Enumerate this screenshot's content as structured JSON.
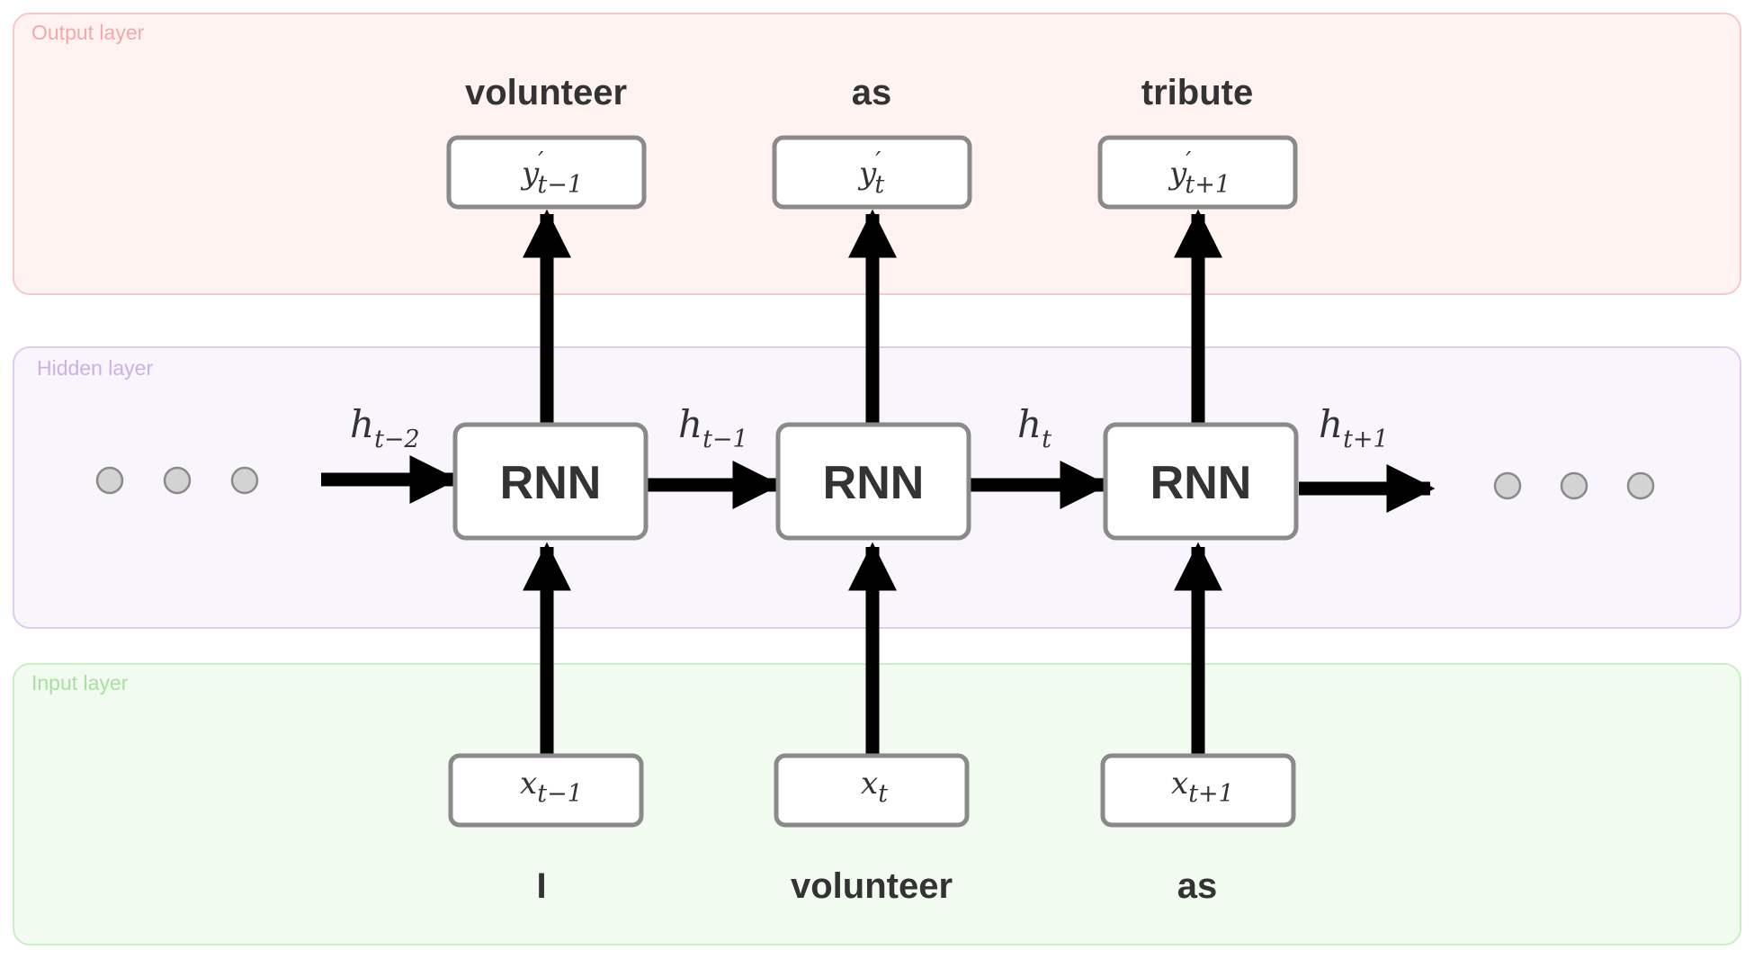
{
  "layers": {
    "output": {
      "label": "Output layer",
      "fill": "#fff3f2",
      "stroke": "#f6c9c9",
      "text": "#f1a9a9"
    },
    "hidden": {
      "label": "Hidden layer",
      "fill": "#f8f5fd",
      "stroke": "#decdf0",
      "text": "#cbb1e6"
    },
    "input": {
      "label": "Input layer",
      "fill": "#f2fbf0",
      "stroke": "#c9efc4",
      "text": "#a8e0a0"
    }
  },
  "rnn_label": "RNN",
  "output_words": [
    "volunteer",
    "as",
    "tribute"
  ],
  "input_words": [
    "I",
    "volunteer",
    "as"
  ],
  "outputs": [
    {
      "base": "y",
      "prime": "′",
      "sub": "t−1"
    },
    {
      "base": "y",
      "prime": "′",
      "sub": "t"
    },
    {
      "base": "y",
      "prime": "′",
      "sub": "t+1"
    }
  ],
  "inputs": [
    {
      "base": "x",
      "sub": "t−1"
    },
    {
      "base": "x",
      "sub": "t"
    },
    {
      "base": "x",
      "sub": "t+1"
    }
  ],
  "hidden_states": [
    {
      "base": "h",
      "sub": "t−2"
    },
    {
      "base": "h",
      "sub": "t−1"
    },
    {
      "base": "h",
      "sub": "t"
    },
    {
      "base": "h",
      "sub": "t+1"
    }
  ],
  "colors": {
    "arrow": "#000000",
    "box_stroke": "#8a8a8a",
    "text": "#333333",
    "dot_fill": "#d3d3d3"
  }
}
